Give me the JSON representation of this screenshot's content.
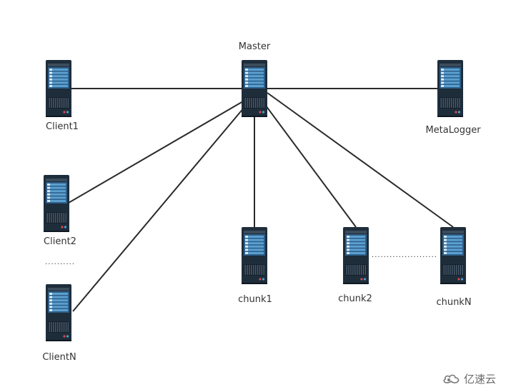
{
  "nodes": {
    "master": {
      "label": "Master"
    },
    "client1": {
      "label": "Client1"
    },
    "client2": {
      "label": "Client2"
    },
    "clientn": {
      "label": "ClientN"
    },
    "metalogger": {
      "label": "MetaLogger"
    },
    "chunk1": {
      "label": "chunk1"
    },
    "chunk2": {
      "label": "chunk2"
    },
    "chunkn": {
      "label": "chunkN"
    }
  },
  "ellipsis": {
    "clients": "..........",
    "chunks": "......................"
  },
  "watermark": {
    "text": "亿速云"
  },
  "colors": {
    "server_body": "#1e2d3a",
    "server_panel": "#2f5f8a",
    "server_slot": "#5aa0d0",
    "line": "#2a2a2a",
    "led_red": "#e04848"
  }
}
